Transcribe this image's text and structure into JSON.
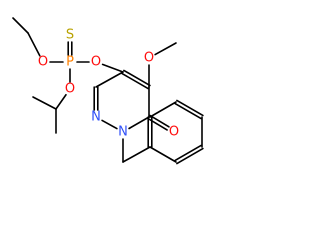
{
  "molecule": {
    "atoms": {
      "o_ethoxy": {
        "symbol": "O",
        "color": "#ff0d0d"
      },
      "s_thio": {
        "symbol": "S",
        "color": "#b8a200"
      },
      "p_center": {
        "symbol": "P",
        "color": "#ff8000"
      },
      "o_aryl": {
        "symbol": "O",
        "color": "#ff0d0d"
      },
      "o_isopropoxy": {
        "symbol": "O",
        "color": "#ff0d0d"
      },
      "o_methoxy": {
        "symbol": "O",
        "color": "#ff0d0d"
      },
      "o_carbonyl": {
        "symbol": "O",
        "color": "#ff0d0d"
      },
      "n_ring_1": {
        "symbol": "N",
        "color": "#3050f8"
      },
      "n_ring_2": {
        "symbol": "N",
        "color": "#3050f8"
      }
    }
  }
}
